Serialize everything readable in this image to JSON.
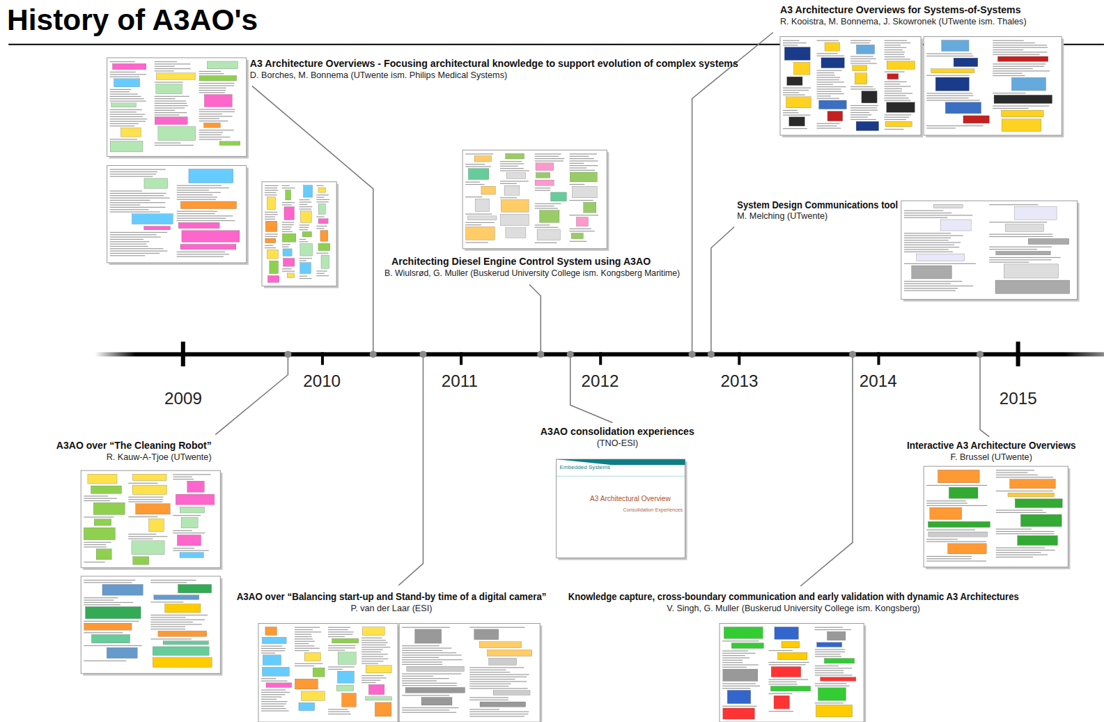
{
  "diagram": {
    "title": "History of A3AO's",
    "labels": [
      "A3 Architecture Overviews for Systems-of-Systems",
      "R. Kooistra, M. Bonnema, J. Skowronek (UTwente ism. Thales)",
      "A3 Architecture Overviews - Focusing architectural knowledge to support evolution of complex systems",
      "D. Borches, M. Bonnema (UTwente ism. Philips Medical Systems)",
      "System Design Communications tool",
      "M. Melching (UTwente)",
      "Architecting Diesel Engine Control System using A3AO",
      "B. Wiulsrød, G. Muller (Buskerud University College ism. Kongsberg Maritime)",
      "2009",
      "2010",
      "2011",
      "2012",
      "2013",
      "2014",
      "2015",
      "A3AO over “The Cleaning Robot”",
      "R. Kauw-A-Tjoe (UTwente)",
      "A3AO consolidation experiences",
      "(TNO-ESI)",
      "Interactive A3 Architecture Overviews",
      "F. Brussel (UTwente)",
      "A3AO over “Balancing start-up and Stand-by time of a digital camera”",
      "P. van der Laar (ESI)",
      "Knowledge capture, cross-boundary communication and early validation with dynamic A3 Architectures",
      "V. Singh, G. Muller (Buskerud University College ism. Kongsberg)",
      "Embedded Systems",
      "A3 Architectural Overview",
      "Consolidation Experiences"
    ]
  }
}
